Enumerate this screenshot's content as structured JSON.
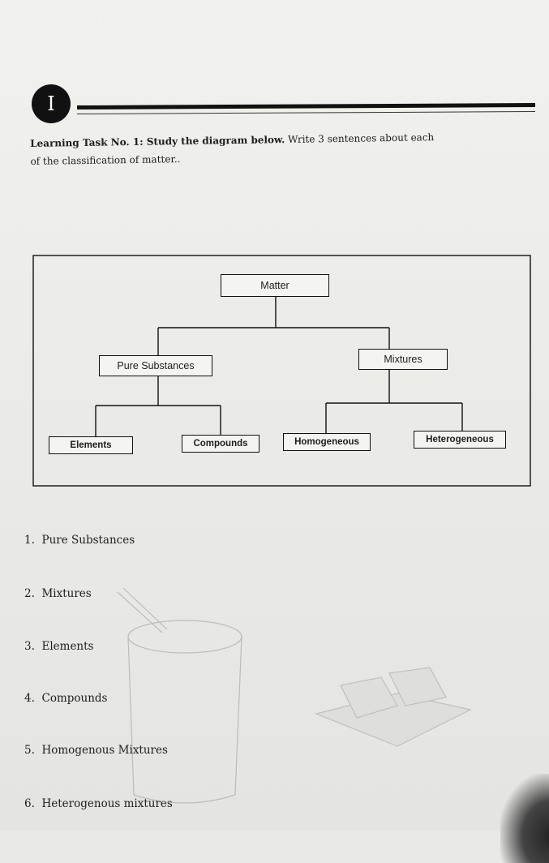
{
  "section": {
    "badge": "I"
  },
  "task": {
    "label": "Learning Task No. 1: Study the diagram below.",
    "instruction": "Write 3 sentences about each",
    "instruction_cont": "of the classification of matter.."
  },
  "diagram": {
    "root": "Matter",
    "level1": [
      "Pure Substances",
      "Mixtures"
    ],
    "level2": [
      "Elements",
      "Compounds",
      "Homogeneous",
      "Heterogeneous"
    ]
  },
  "questions": [
    {
      "num": "1.",
      "text": "Pure Substances"
    },
    {
      "num": "2.",
      "text": "Mixtures"
    },
    {
      "num": "3.",
      "text": "Elements"
    },
    {
      "num": "4.",
      "text": "Compounds"
    },
    {
      "num": "5.",
      "text": "Homogenous Mixtures"
    },
    {
      "num": "6.",
      "text": "Heterogenous mixtures"
    }
  ]
}
